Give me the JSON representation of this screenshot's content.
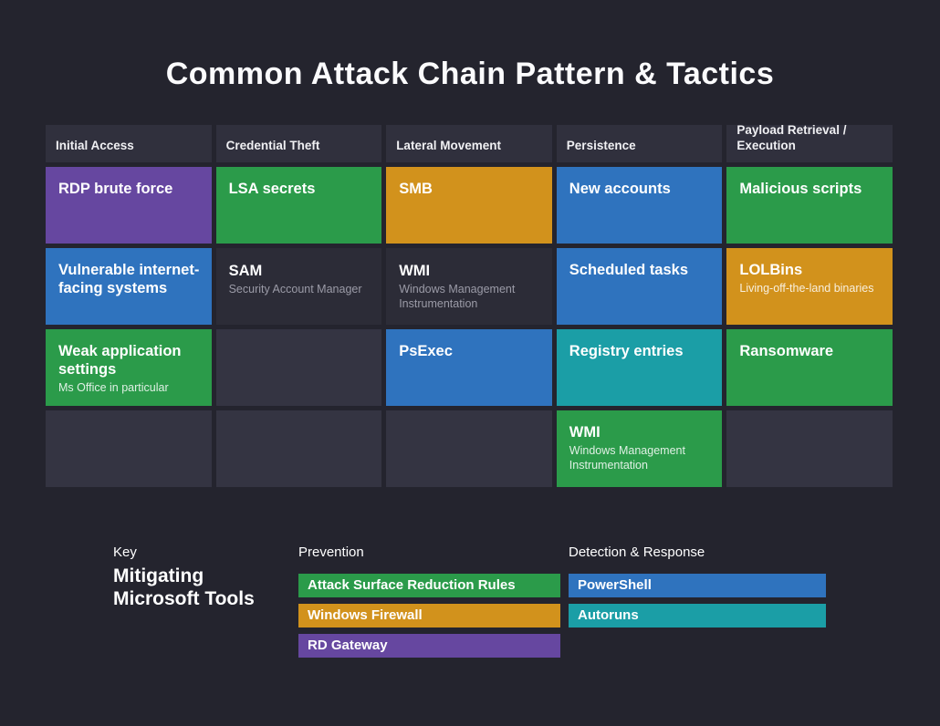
{
  "title": "Common Attack Chain Pattern & Tactics",
  "colors": {
    "background": "#24242e",
    "header_cell": "#30303d",
    "empty_cell": "#343442",
    "dark_cell": "#2c2c37",
    "purple": "#6647a0",
    "green": "#2b9b4a",
    "orange": "#d2921c",
    "blue": "#2f73be",
    "teal": "#1b9ea6"
  },
  "columns": [
    {
      "header": "Initial Access",
      "cells": [
        {
          "title": "RDP brute force",
          "subtitle": "",
          "variant": "purple"
        },
        {
          "title": "Vulnerable internet-facing systems",
          "subtitle": "",
          "variant": "blue"
        },
        {
          "title": "Weak application settings",
          "subtitle": "Ms Office in particular",
          "variant": "green"
        },
        {
          "title": "",
          "subtitle": "",
          "variant": "empty"
        }
      ]
    },
    {
      "header": "Credential Theft",
      "cells": [
        {
          "title": "LSA secrets",
          "subtitle": "",
          "variant": "green"
        },
        {
          "title": "SAM",
          "subtitle": "Security Account Manager",
          "variant": "dark"
        },
        {
          "title": "",
          "subtitle": "",
          "variant": "empty"
        },
        {
          "title": "",
          "subtitle": "",
          "variant": "empty"
        }
      ]
    },
    {
      "header": "Lateral Movement",
      "cells": [
        {
          "title": "SMB",
          "subtitle": "",
          "variant": "orange"
        },
        {
          "title": "WMI",
          "subtitle": "Windows Management Instrumentation",
          "variant": "dark"
        },
        {
          "title": "PsExec",
          "subtitle": "",
          "variant": "blue"
        },
        {
          "title": "",
          "subtitle": "",
          "variant": "empty"
        }
      ]
    },
    {
      "header": "Persistence",
      "cells": [
        {
          "title": "New accounts",
          "subtitle": "",
          "variant": "blue"
        },
        {
          "title": "Scheduled tasks",
          "subtitle": "",
          "variant": "blue"
        },
        {
          "title": "Registry entries",
          "subtitle": "",
          "variant": "teal"
        },
        {
          "title": "WMI",
          "subtitle": "Windows Management Instrumentation",
          "variant": "green"
        }
      ]
    },
    {
      "header": "Payload Retrieval / Execution",
      "cells": [
        {
          "title": "Malicious scripts",
          "subtitle": "",
          "variant": "green"
        },
        {
          "title": "LOLBins",
          "subtitle": "Living-off-the-land binaries",
          "variant": "orange"
        },
        {
          "title": "Ransomware",
          "subtitle": "",
          "variant": "green"
        },
        {
          "title": "",
          "subtitle": "",
          "variant": "empty"
        }
      ]
    }
  ],
  "key": {
    "label": "Key",
    "title": "Mitigating Microsoft Tools",
    "groups": [
      {
        "header": "Prevention",
        "items": [
          {
            "label": "Attack Surface Reduction Rules",
            "variant": "green"
          },
          {
            "label": "Windows Firewall",
            "variant": "orange"
          },
          {
            "label": "RD Gateway",
            "variant": "purple"
          }
        ]
      },
      {
        "header": "Detection & Response",
        "items": [
          {
            "label": "PowerShell",
            "variant": "blue"
          },
          {
            "label": "Autoruns",
            "variant": "teal"
          }
        ]
      }
    ]
  }
}
